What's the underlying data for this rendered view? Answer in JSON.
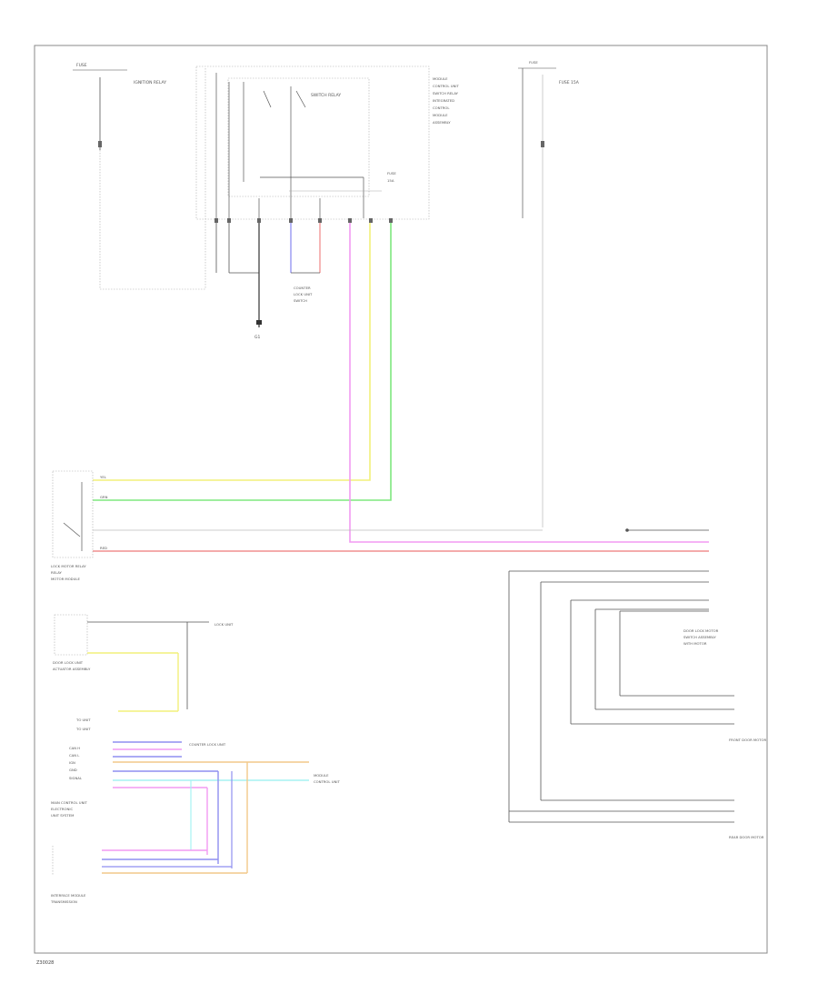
{
  "diagram": {
    "footer_code": "Z30028",
    "component_labels": {
      "ignition_relay_top_left": "IGNITION RELAY",
      "switch_relay_block": "SWITCH RELAY",
      "gnd": "G1",
      "fuse_top_right": "FUSE 15A",
      "lock_motor_relay": "LOCK MOTOR RELAY",
      "door_lock_motor_right": "DOOR LOCK MOTOR",
      "lock_unit_block": "LOCK UNIT",
      "main_control_unit": "MAIN CONTROL UNIT",
      "interface_module": "INTERFACE MODULE",
      "front_door_motor": "FRONT DOOR MOTOR",
      "rear_door_motor": "REAR DOOR MOTOR"
    },
    "wire_colors": {
      "yellow": "#f2f07a",
      "green": "#7fe87f",
      "pink": "#f29af2",
      "red": "#f08f8f",
      "blue": "#8f8ff0",
      "cyan": "#a6f2f2",
      "orange": "#f2c98a",
      "black": "#333333",
      "grey": "#bbbbbb"
    }
  }
}
